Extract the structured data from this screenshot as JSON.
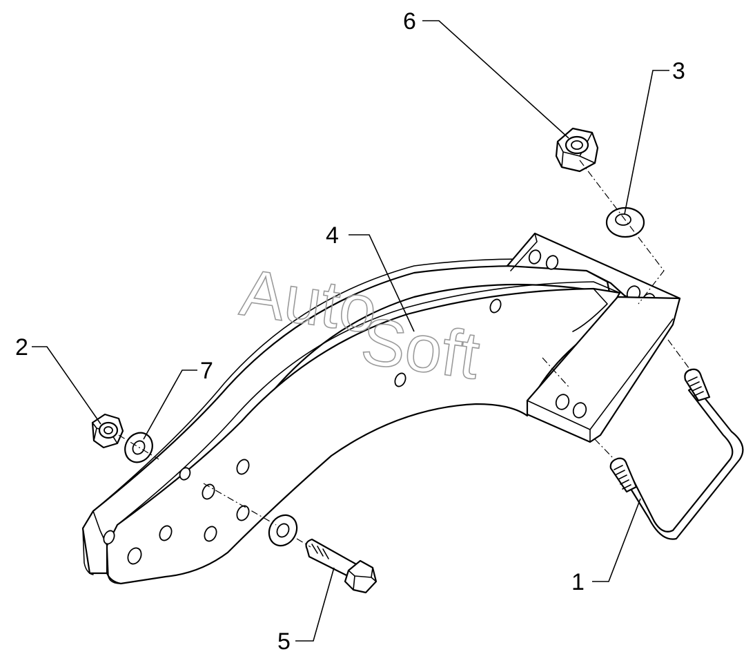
{
  "watermark": {
    "part1": "Auto",
    "part2": "Soft",
    "stroke_color": "#9a9a9a"
  },
  "callouts": [
    {
      "number": "1",
      "part": "u-bolt"
    },
    {
      "number": "2",
      "part": "lock-nut-small"
    },
    {
      "number": "3",
      "part": "washer-upper"
    },
    {
      "number": "4",
      "part": "arm-bracket"
    },
    {
      "number": "5",
      "part": "hex-bolt"
    },
    {
      "number": "6",
      "part": "lock-nut-large"
    },
    {
      "number": "7",
      "part": "washer-left"
    }
  ],
  "colors": {
    "line": "#000000",
    "background": "#ffffff"
  }
}
